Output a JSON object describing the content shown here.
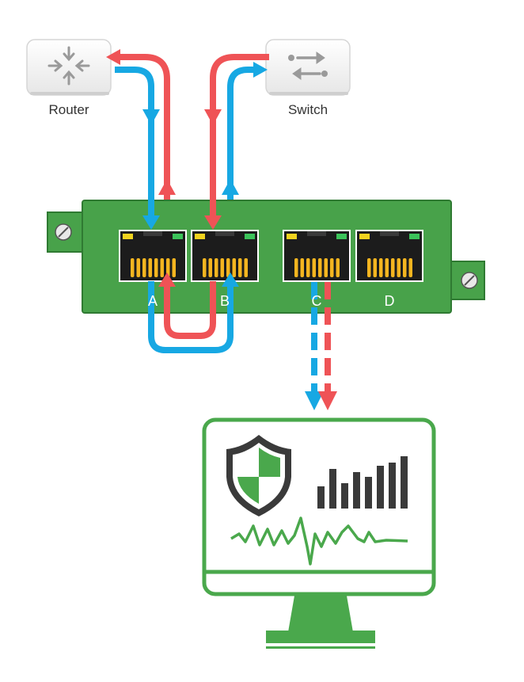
{
  "devices": {
    "router": {
      "label": "Router",
      "icon": "router-icon"
    },
    "switch": {
      "label": "Switch",
      "icon": "switch-icon"
    }
  },
  "tap": {
    "ports": [
      {
        "id": "A",
        "label": "A"
      },
      {
        "id": "B",
        "label": "B"
      },
      {
        "id": "C",
        "label": "C"
      },
      {
        "id": "D",
        "label": "D"
      }
    ]
  },
  "monitor": {
    "icons": [
      "shield-icon",
      "bar-chart-icon",
      "waveform-icon"
    ]
  },
  "colors": {
    "board": "#48a24a",
    "board_dark": "#2f7a32",
    "traffic_blue": "#17a8e3",
    "traffic_red": "#ef5356",
    "monitor": "#4aa84c",
    "device_bg": "#f2f2f2"
  }
}
